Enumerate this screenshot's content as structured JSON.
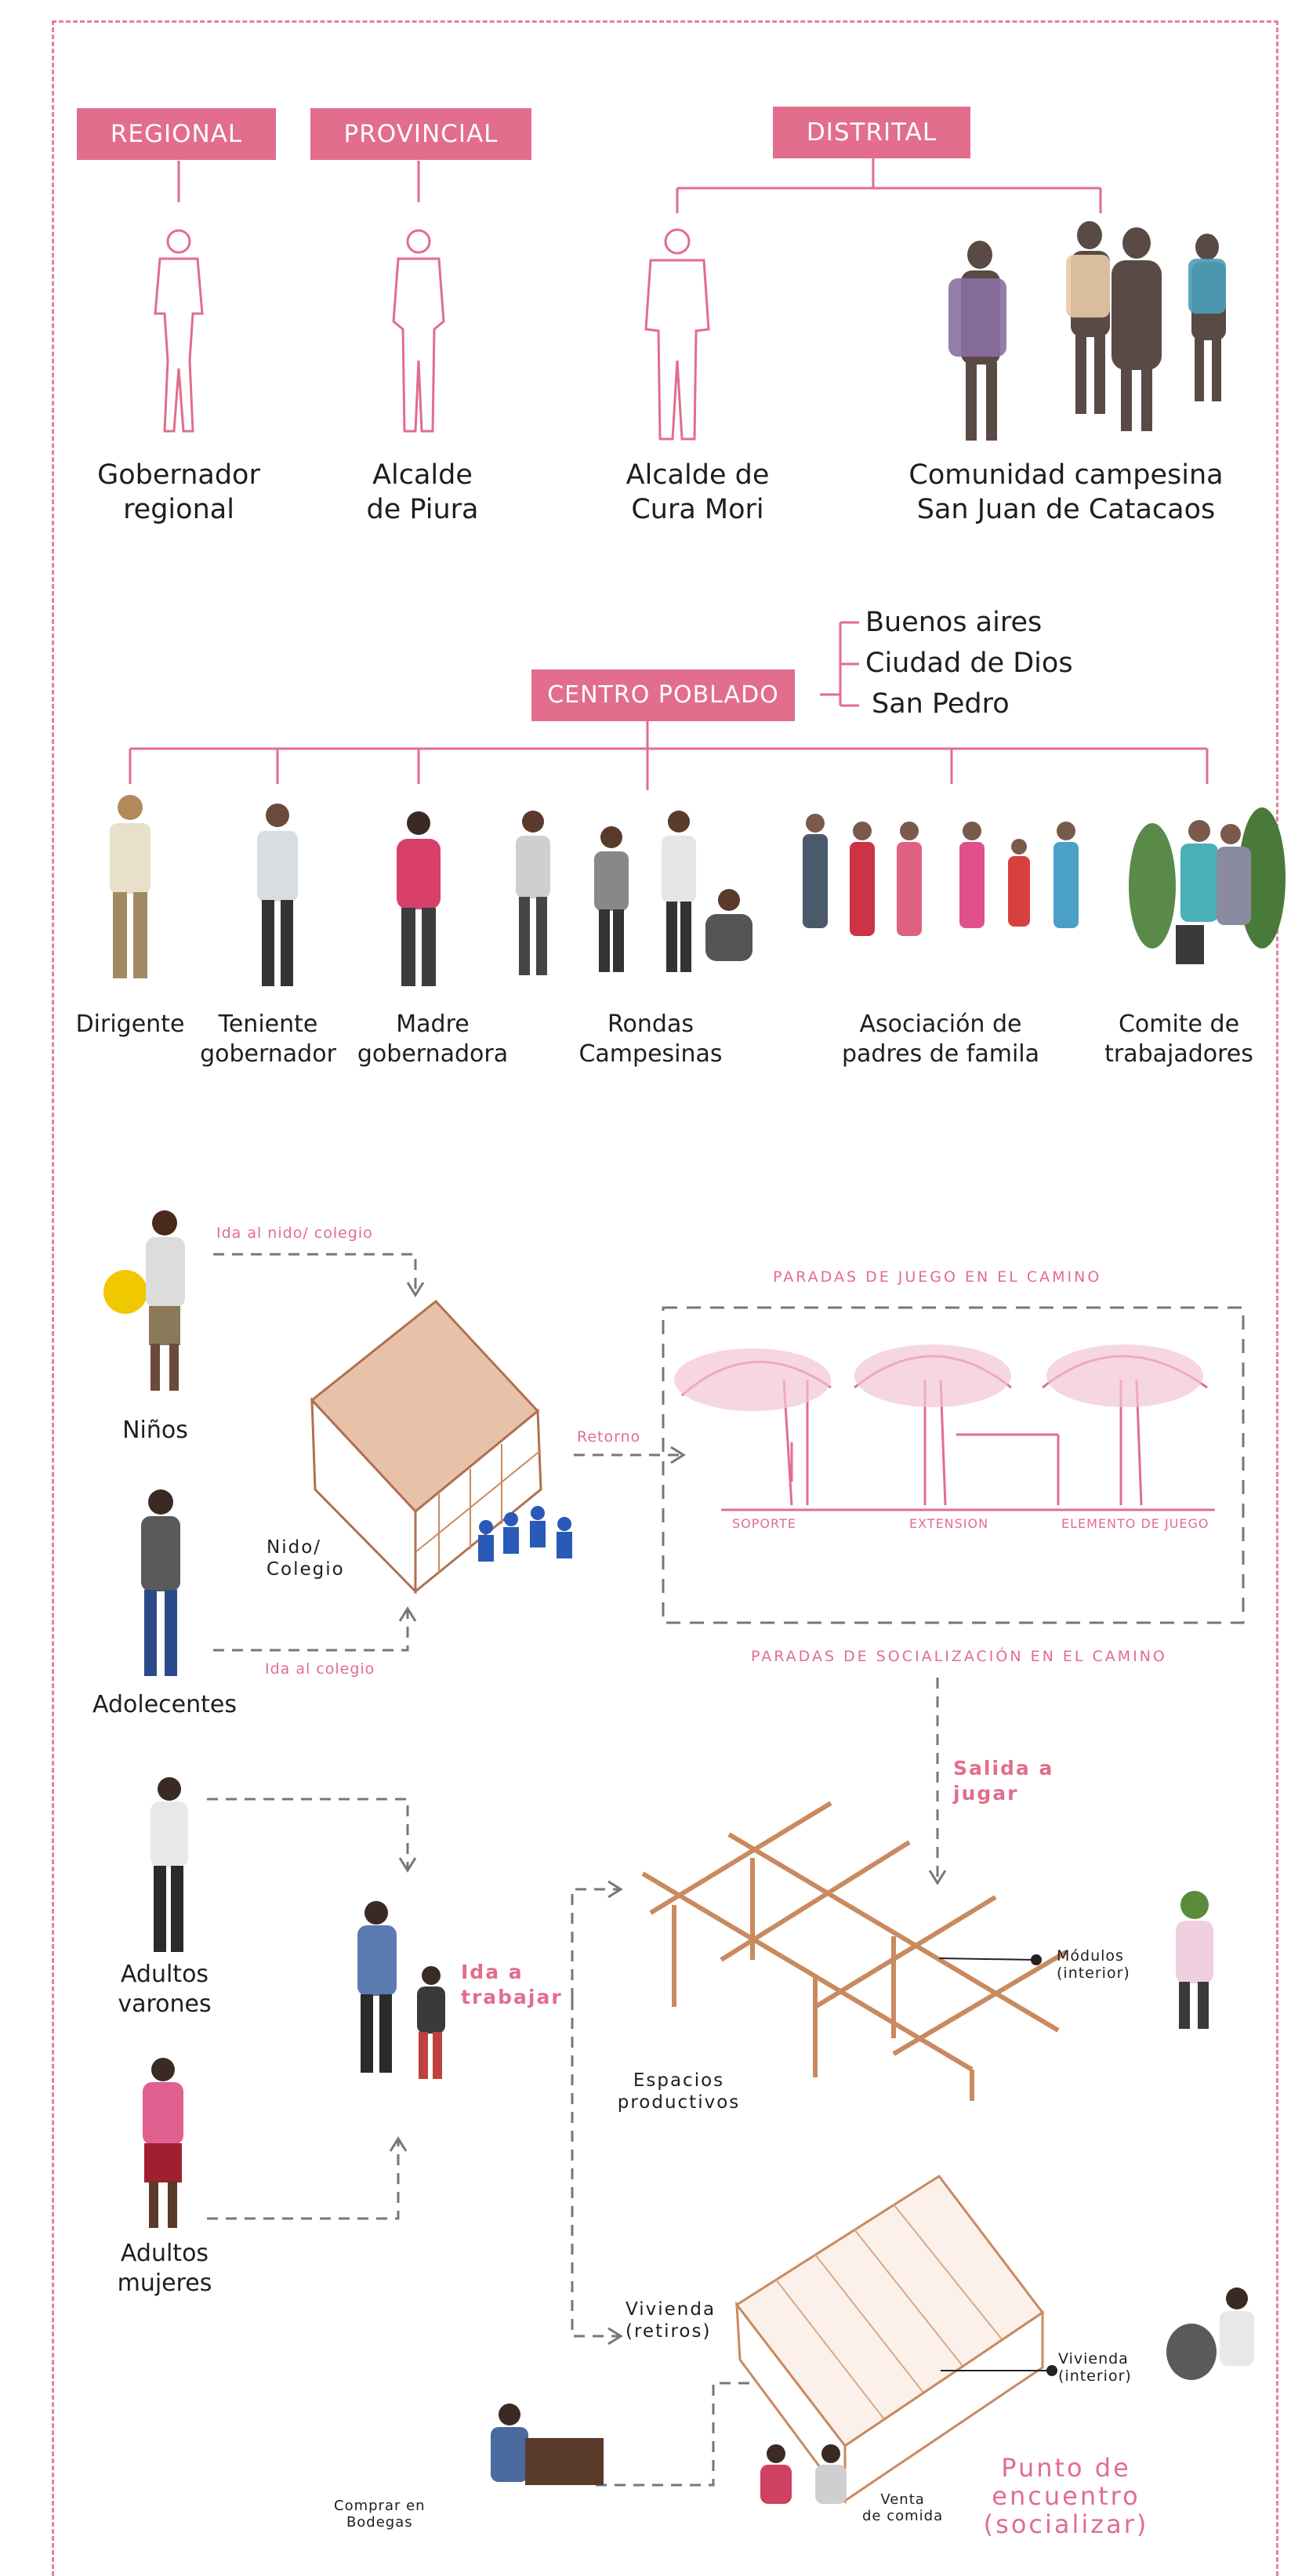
{
  "levels": {
    "regional": "REGIONAL",
    "provincial": "PROVINCIAL",
    "distrital": "DISTRITAL",
    "centro_poblado": "CENTRO POBLADO"
  },
  "authorities": [
    {
      "line1": "Gobernador",
      "line2": "regional"
    },
    {
      "line1": "Alcalde",
      "line2": "de Piura"
    },
    {
      "line1": "Alcalde de",
      "line2": "Cura Mori"
    },
    {
      "line1": "Comunidad campesina",
      "line2": "San Juan de Catacaos"
    }
  ],
  "settlements": [
    "Buenos aires",
    "Ciudad de Dios",
    "San Pedro"
  ],
  "local_actors": [
    {
      "line1": "Dirigente",
      "line2": ""
    },
    {
      "line1": "Teniente",
      "line2": "gobernador"
    },
    {
      "line1": "Madre",
      "line2": "gobernadora"
    },
    {
      "line1": "Rondas",
      "line2": "Campesinas"
    },
    {
      "line1": "Asociación de",
      "line2": "padres de famila"
    },
    {
      "line1": "Comite de",
      "line2": "trabajadores"
    }
  ],
  "flow": {
    "ninos": "Niños",
    "adolecentes": "Adolecentes",
    "adultos_varones_1": "Adultos",
    "adultos_varones_2": "varones",
    "adultos_mujeres_1": "Adultos",
    "adultos_mujeres_2": "mujeres",
    "ida_nido": "Ida al nido/ colegio",
    "ida_colegio": "Ida al colegio",
    "nido_1": "Nido/",
    "nido_2": "Colegio",
    "retorno": "Retorno",
    "paradas_juego": "PARADAS DE JUEGO EN EL CAMINO",
    "paradas_social": "PARADAS DE SOCIALIZACIÓN EN EL CAMINO",
    "soporte": "SOPORTE",
    "extension": "EXTENSION",
    "elemento": "ELEMENTO DE JUEGO",
    "salida_1": "Salida a",
    "salida_2": "jugar",
    "ida_trabajar_1": "Ida a",
    "ida_trabajar_2": "trabajar",
    "espacios_1": "Espacios",
    "espacios_2": "productivos",
    "modulos_1": "Módulos",
    "modulos_2": "(interior)",
    "vivienda_ret_1": "Vivienda",
    "vivienda_ret_2": "(retiros)",
    "vivienda_int_1": "Vivienda",
    "vivienda_int_2": "(interior)",
    "comprar_1": "Comprar en",
    "comprar_2": "Bodegas",
    "venta_1": "Venta",
    "venta_2": "de comida",
    "punto_1": "Punto de",
    "punto_2": "encuentro",
    "punto_3": "(socializar)"
  },
  "colors": {
    "accent": "#e26d8c",
    "wood": "#c98a5f",
    "line": "#777777"
  }
}
